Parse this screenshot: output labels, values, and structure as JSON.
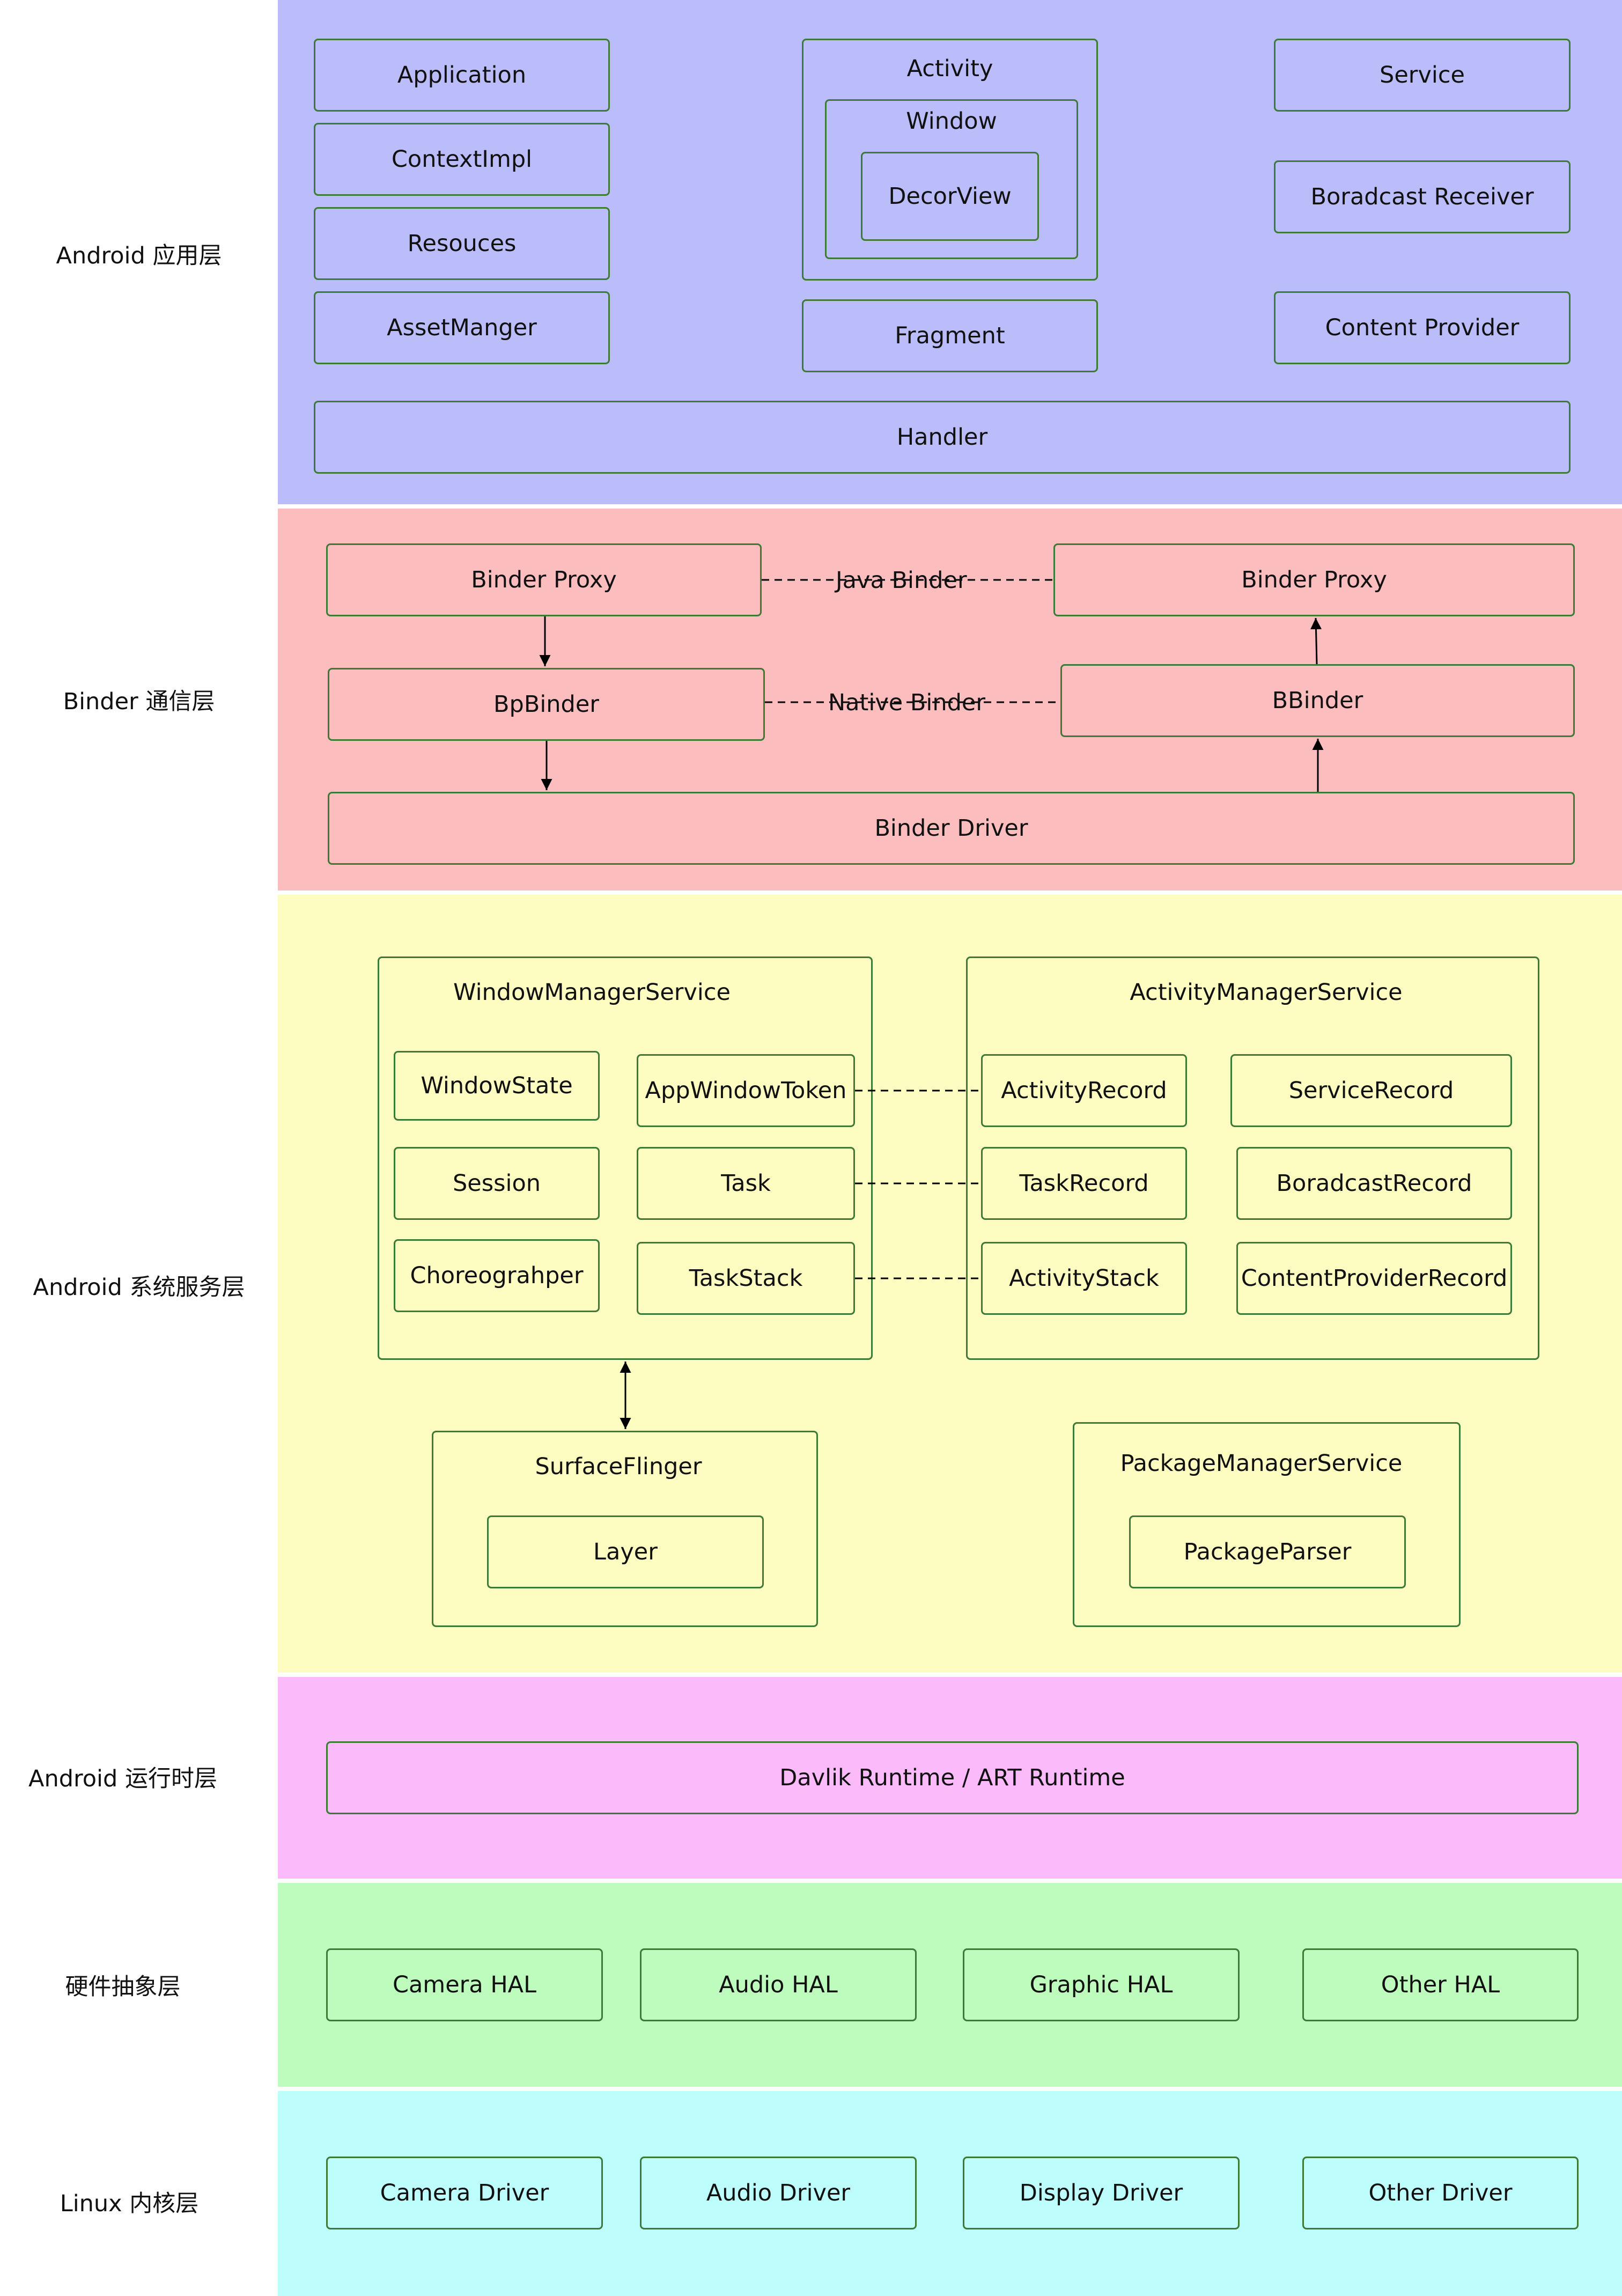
{
  "layers": {
    "app": {
      "label": "Android 应用层",
      "color": "#bbbdfb"
    },
    "binder": {
      "label": "Binder 通信层",
      "color": "#fcbdbf"
    },
    "system": {
      "label": "Android 系统服务层",
      "color": "#fdfdc1"
    },
    "runtime": {
      "label": "Android 运行时层",
      "color": "#fbbbfb"
    },
    "hal": {
      "label": "硬件抽象层",
      "color": "#bdfcbd"
    },
    "kernel": {
      "label": "Linux 内核层",
      "color": "#bdfdfc"
    }
  },
  "app": {
    "application": "Application",
    "context_impl": "ContextImpl",
    "resources": "Resouces",
    "asset_manager": "AssetManger",
    "activity": "Activity",
    "window": "Window",
    "decor_view": "DecorView",
    "fragment": "Fragment",
    "service": "Service",
    "broadcast_receiver": "Boradcast Receiver",
    "content_provider": "Content Provider",
    "handler": "Handler"
  },
  "binder": {
    "proxy_left": "Binder Proxy",
    "proxy_right": "Binder Proxy",
    "java_binder": "Java Binder",
    "bp_binder": "BpBinder",
    "b_binder": "BBinder",
    "native_binder": "Native Binder",
    "driver": "Binder Driver"
  },
  "system": {
    "wms": {
      "title": "WindowManagerService",
      "window_state": "WindowState",
      "app_window_token": "AppWindowToken",
      "session": "Session",
      "task": "Task",
      "choreographer": "Choreograhper",
      "task_stack": "TaskStack"
    },
    "ams": {
      "title": "ActivityManagerService",
      "activity_record": "ActivityRecord",
      "service_record": "ServiceRecord",
      "task_record": "TaskRecord",
      "broadcast_record": "BoradcastRecord",
      "activity_stack": "ActivityStack",
      "content_provider_record": "ContentProviderRecord"
    },
    "surface_flinger": {
      "title": "SurfaceFlinger",
      "layer": "Layer"
    },
    "pms": {
      "title": "PackageManagerService",
      "package_parser": "PackageParser"
    }
  },
  "runtime": {
    "name": "Davlik Runtime / ART Runtime"
  },
  "hal": {
    "camera": "Camera HAL",
    "audio": "Audio HAL",
    "graphic": "Graphic HAL",
    "other": "Other HAL"
  },
  "kernel": {
    "camera": "Camera Driver",
    "audio": "Audio Driver",
    "display": "Display Driver",
    "other": "Other Driver"
  }
}
